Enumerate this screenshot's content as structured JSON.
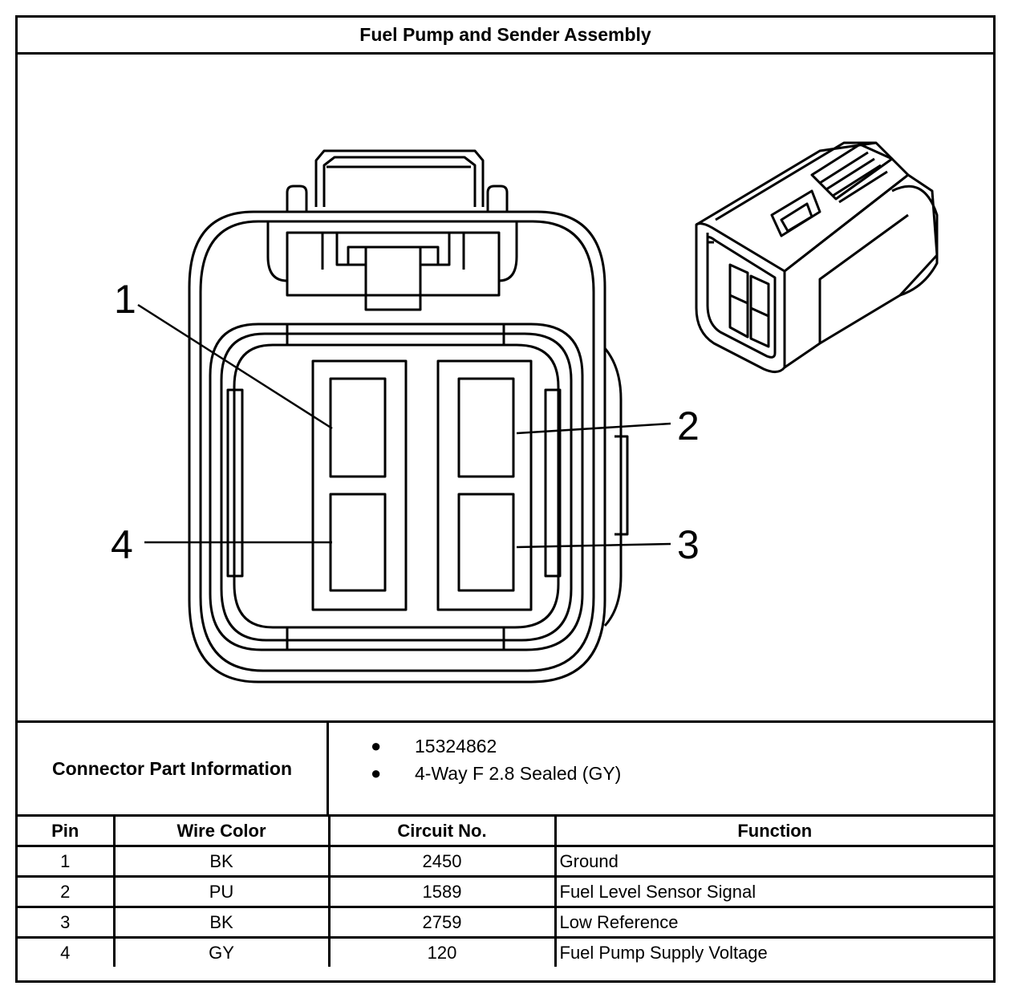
{
  "title": "Fuel Pump and Sender Assembly",
  "pin_labels": [
    "1",
    "2",
    "3",
    "4"
  ],
  "connector_info": {
    "label": "Connector Part Information",
    "items": [
      "15324862",
      "4-Way F 2.8 Sealed (GY)"
    ]
  },
  "table": {
    "headers": [
      "Pin",
      "Wire Color",
      "Circuit No.",
      "Function"
    ],
    "rows": [
      [
        "1",
        "BK",
        "2450",
        "Ground"
      ],
      [
        "2",
        "PU",
        "1589",
        "Fuel Level Sensor Signal"
      ],
      [
        "3",
        "BK",
        "2759",
        "Low Reference"
      ],
      [
        "4",
        "GY",
        "120",
        "Fuel Pump Supply Voltage"
      ]
    ]
  }
}
